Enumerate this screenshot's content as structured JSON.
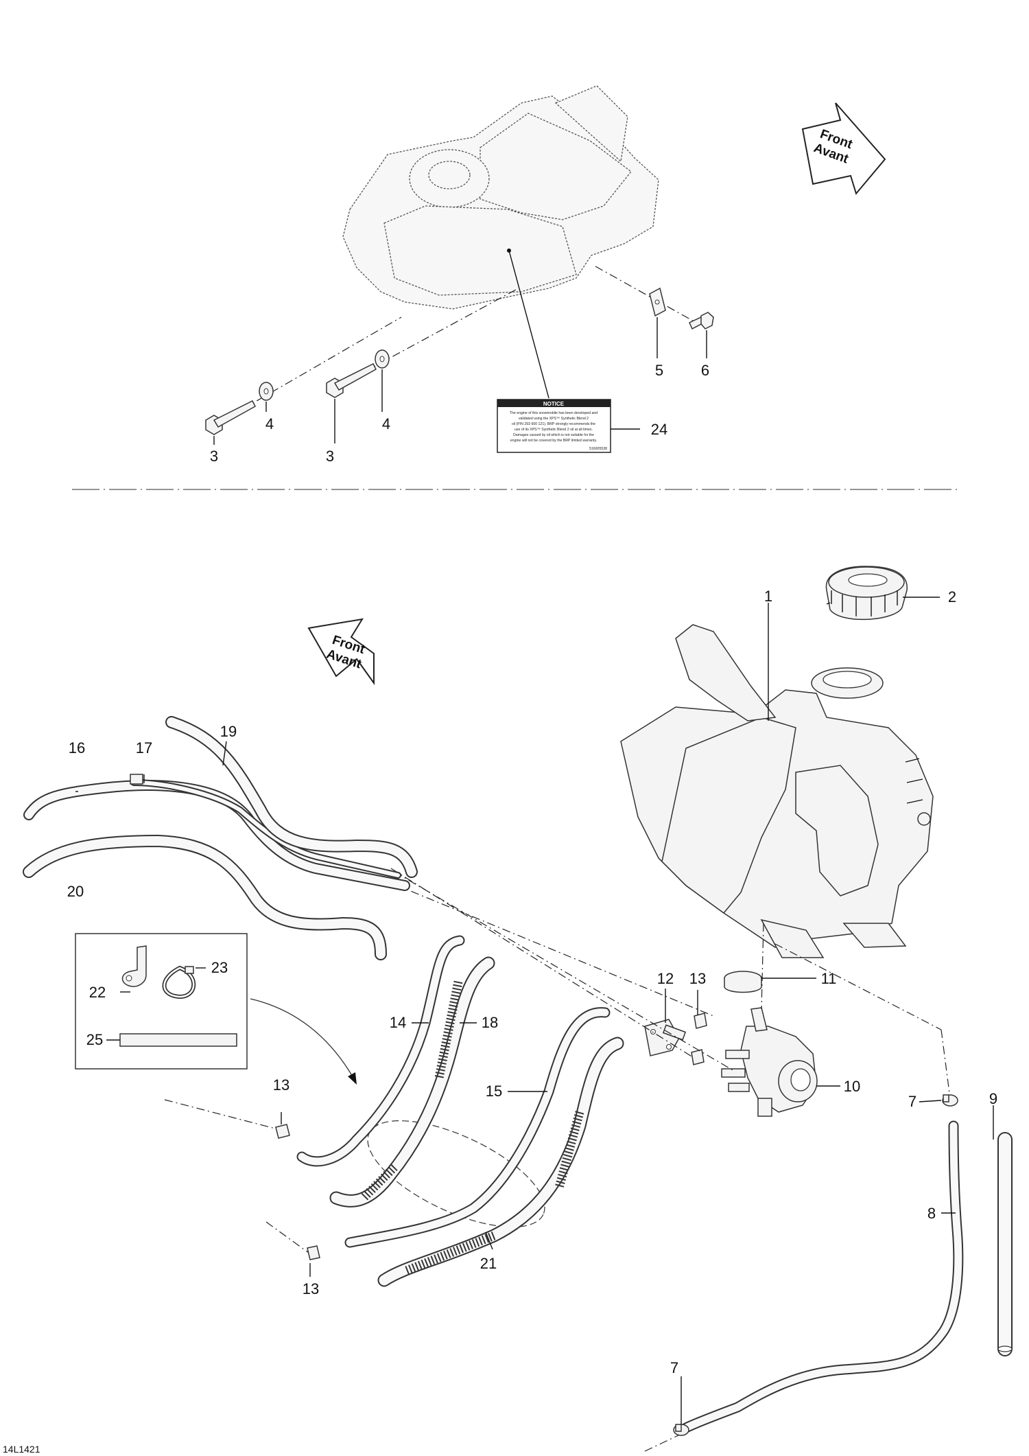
{
  "drawing_number": "14L1421",
  "direction_arrows": [
    {
      "line1": "Front",
      "line2": "Avant"
    },
    {
      "line1": "Front",
      "line2": "Avant"
    }
  ],
  "notice_label": {
    "heading": "NOTICE",
    "lines": [
      "The engine of this snowmobile has been developed and",
      "validated using the XPS™ Synthetic Blend 2",
      "oil (P/N 293 600 121). BRP strongly recommends the",
      "use of its XPS™ Synthetic Blend 2 oil at all times.",
      "Damages caused by oil which is not suitable for the",
      "engine will not be covered by the BRP limited warranty."
    ],
    "code": "516005538"
  },
  "callouts": [
    {
      "id": "c1",
      "text": "1"
    },
    {
      "id": "c2",
      "text": "2"
    },
    {
      "id": "c3a",
      "text": "3"
    },
    {
      "id": "c3b",
      "text": "3"
    },
    {
      "id": "c4a",
      "text": "4"
    },
    {
      "id": "c4b",
      "text": "4"
    },
    {
      "id": "c5",
      "text": "5"
    },
    {
      "id": "c6",
      "text": "6"
    },
    {
      "id": "c7a",
      "text": "7"
    },
    {
      "id": "c7b",
      "text": "7"
    },
    {
      "id": "c8",
      "text": "8"
    },
    {
      "id": "c9",
      "text": "9"
    },
    {
      "id": "c10",
      "text": "10"
    },
    {
      "id": "c11",
      "text": "11"
    },
    {
      "id": "c12",
      "text": "12"
    },
    {
      "id": "c13a",
      "text": "13"
    },
    {
      "id": "c13b",
      "text": "13"
    },
    {
      "id": "c13c",
      "text": "13"
    },
    {
      "id": "c14",
      "text": "14"
    },
    {
      "id": "c15",
      "text": "15"
    },
    {
      "id": "c16",
      "text": "16"
    },
    {
      "id": "c17",
      "text": "17"
    },
    {
      "id": "c18",
      "text": "18"
    },
    {
      "id": "c19",
      "text": "19"
    },
    {
      "id": "c20",
      "text": "20"
    },
    {
      "id": "c21",
      "text": "21"
    },
    {
      "id": "c22",
      "text": "22"
    },
    {
      "id": "c23",
      "text": "23"
    },
    {
      "id": "c24",
      "text": "24"
    },
    {
      "id": "c25",
      "text": "25"
    }
  ]
}
